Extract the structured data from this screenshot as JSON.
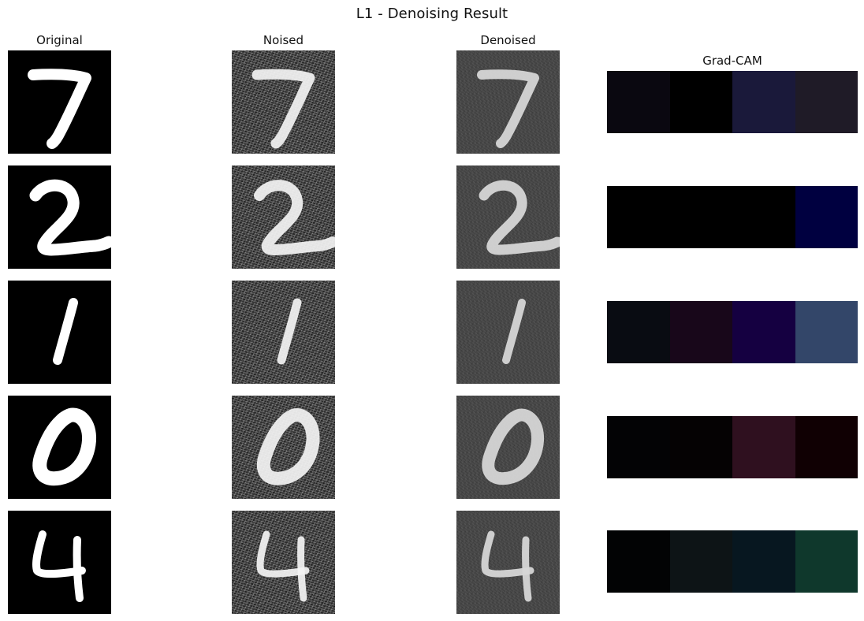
{
  "figure": {
    "title": "L1 - Denoising Result",
    "column_titles": {
      "original": "Original",
      "noised": "Noised",
      "denoised": "Denoised",
      "gradcam": "Grad-CAM"
    }
  },
  "rows": [
    {
      "digit": "7",
      "gradcam_colors": [
        "#0a0810",
        "#000000",
        "#1a193a",
        "#1f1b27"
      ]
    },
    {
      "digit": "2",
      "gradcam_colors": [
        "#000000",
        "#000000",
        "#000000",
        "#000040"
      ]
    },
    {
      "digit": "1",
      "gradcam_colors": [
        "#090c12",
        "#18071a",
        "#150041",
        "#334669"
      ]
    },
    {
      "digit": "0",
      "gradcam_colors": [
        "#030305",
        "#050203",
        "#2f101f",
        "#100003"
      ]
    },
    {
      "digit": "4",
      "gradcam_colors": [
        "#020304",
        "#0d1416",
        "#071720",
        "#0f382c"
      ]
    }
  ]
}
